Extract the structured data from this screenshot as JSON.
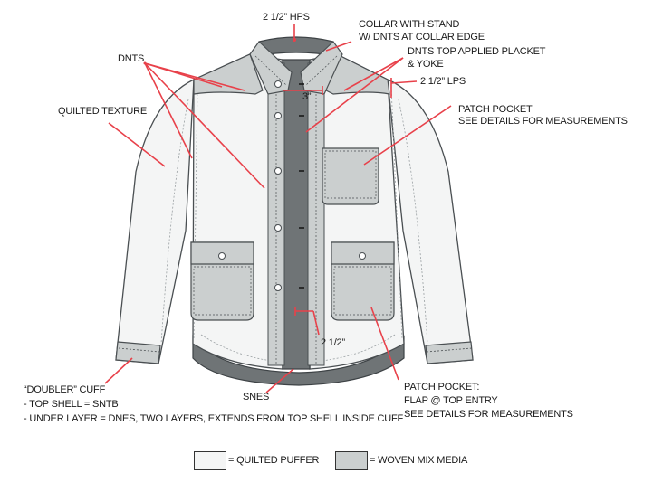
{
  "labels": {
    "hps": "2 1/2” HPS",
    "collar_line1": "COLLAR WITH STAND",
    "collar_line2": "W/ DNTS AT COLLAR EDGE",
    "placket_line1": "DNTS TOP APPLIED PLACKET",
    "placket_line2": "& YOKE",
    "lps": "2 1/2” LPS",
    "dnts": "DNTS",
    "quilted": "QUILTED TEXTURE",
    "three_inch": "3”",
    "patch_line1": "PATCH POCKET",
    "patch_line2": "SEE DETAILS FOR MEASUREMENTS",
    "two_half": "2 1/2”",
    "cuff_line1": "“DOUBLER” CUFF",
    "cuff_line2": "- TOP SHELL = SNTB",
    "cuff_line3": "- UNDER LAYER = DNES, TWO LAYERS, EXTENDS FROM TOP SHELL INSIDE CUFF",
    "snes": "SNES",
    "flap_line1": "PATCH POCKET:",
    "flap_line2": "FLAP @ TOP ENTRY",
    "flap_line3": "SEE DETAILS FOR MEASUREMENTS"
  },
  "legend": [
    {
      "label": "= QUILTED PUFFER",
      "color": "#f4f5f5"
    },
    {
      "label": "= WOVEN MIX MEDIA",
      "color": "#cbcfcf"
    }
  ],
  "colors": {
    "puffer": "#f4f5f5",
    "woven": "#cbcfcf",
    "woven_dark": "#6f7476",
    "callout": "#e8414a",
    "outline": "#4a4f52"
  }
}
